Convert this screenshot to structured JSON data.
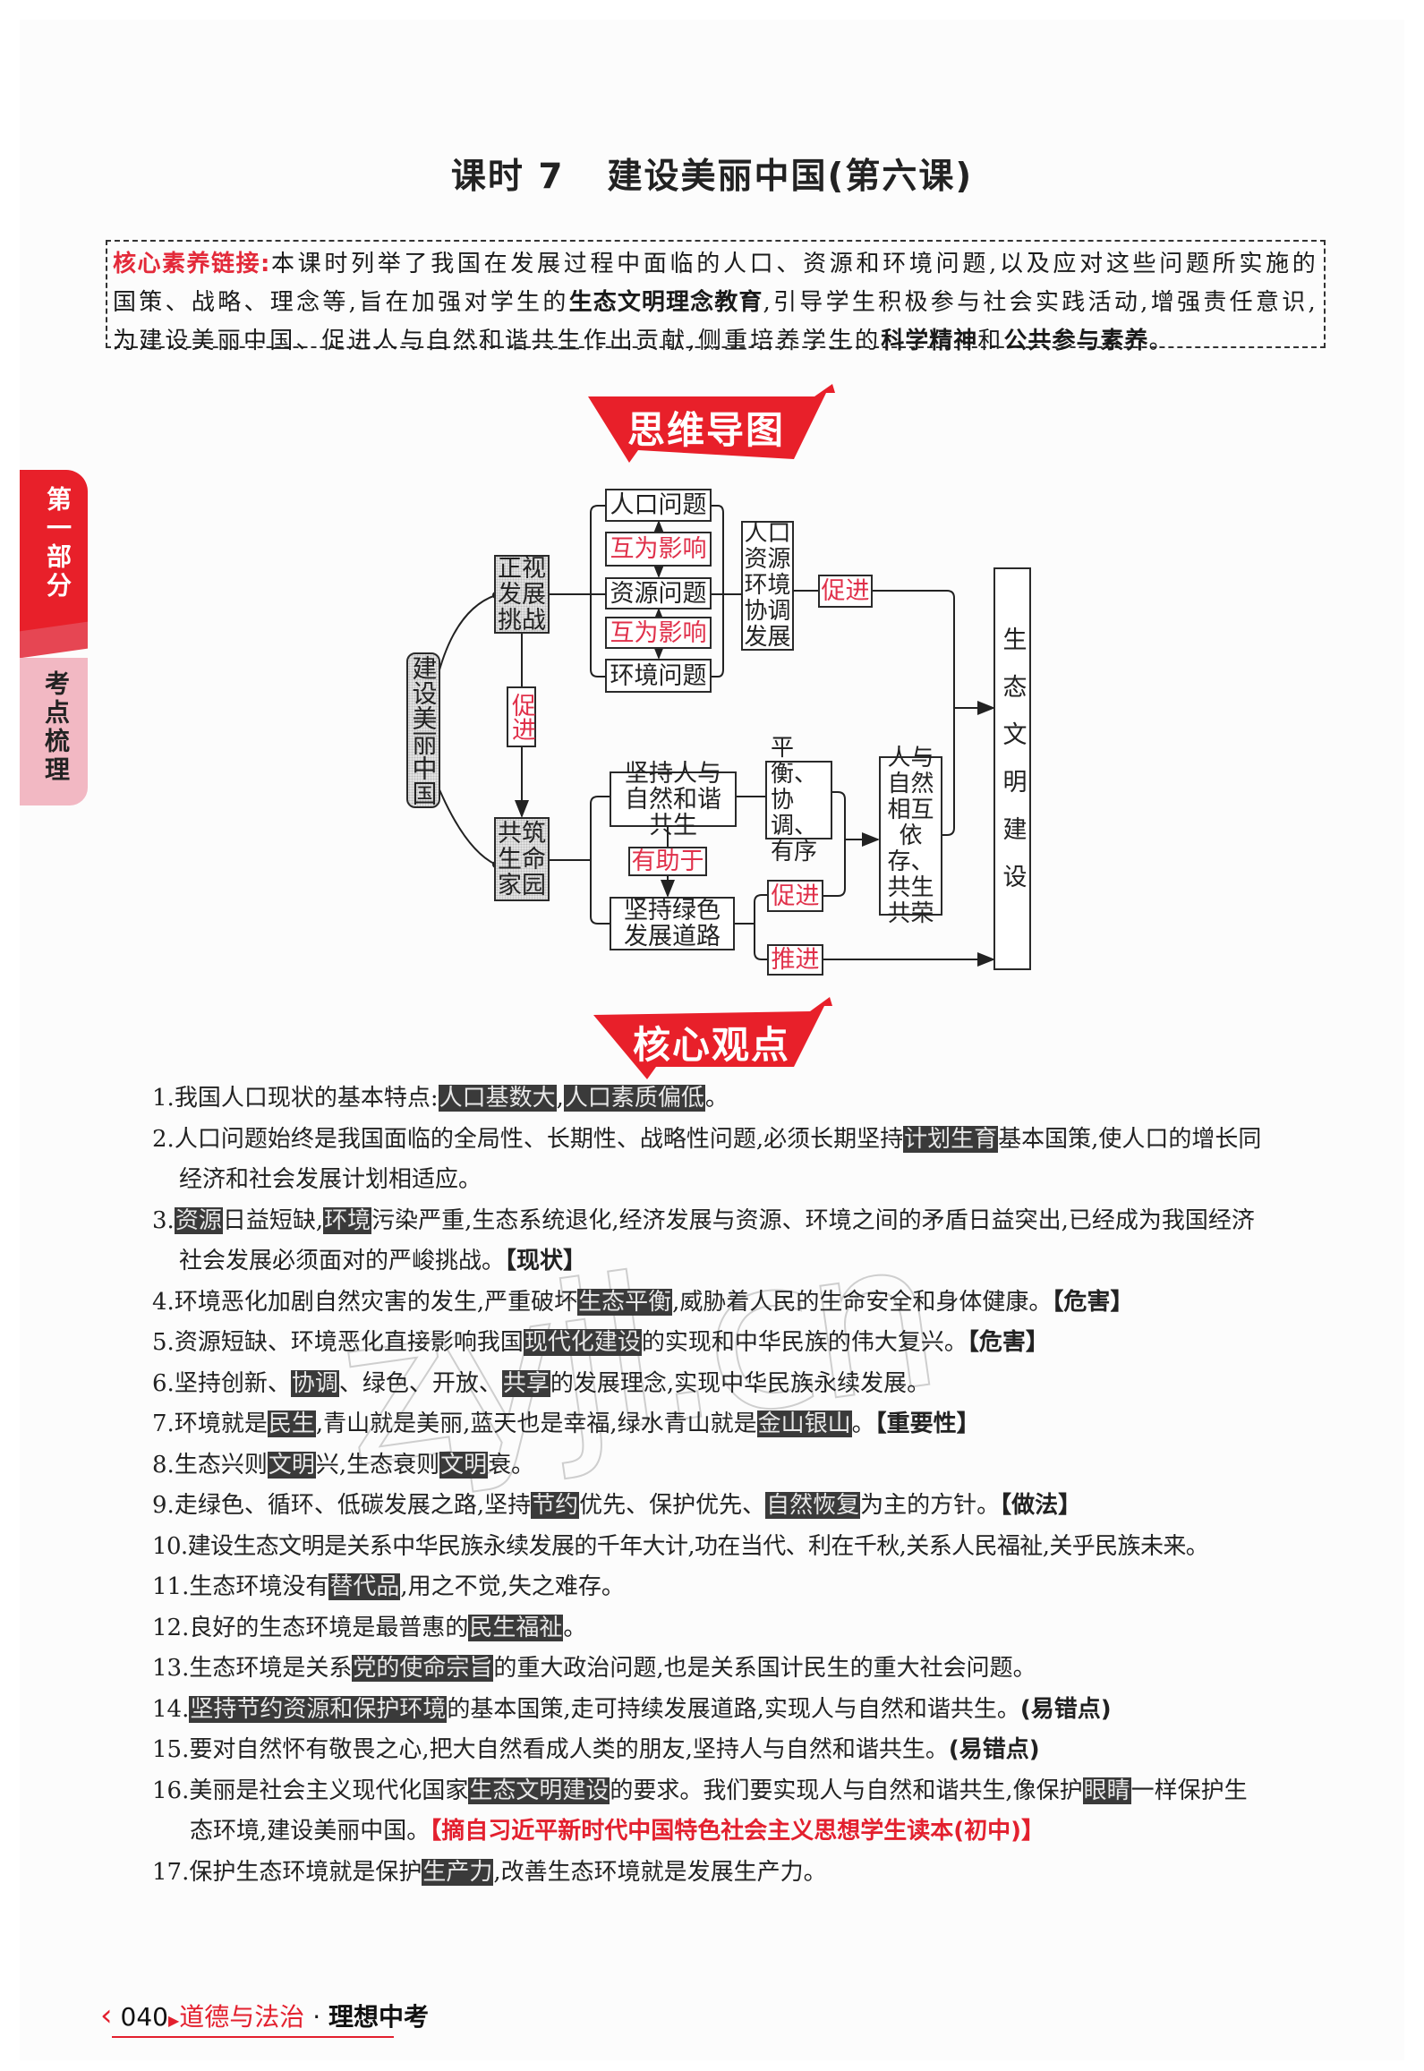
{
  "side_tab": {
    "part": "第一部分",
    "section": "考点梳理"
  },
  "title": {
    "lesson": "课时 7",
    "name": "建设美丽中国(第六课)"
  },
  "core_literacy": {
    "label": "核心素养链接:",
    "seg1": "本课时列举了我国在发展过程中面临的人口、资源和环境问题,以及应对这些问题所实施的国策、战略、理念等,旨在加强对学生的",
    "bold1": "生态文明理念教育",
    "seg2": ",引导学生积极参与社会实践活动,增强责任意识,为建设美丽中国、促进人与自然和谐共生作出贡献,侧重培养学生的",
    "bold2": "科学精神",
    "seg3": "和",
    "bold3": "公共参与素养",
    "seg4": "。"
  },
  "mind_map": {
    "banner": "思维导图",
    "root": "建设美丽中国",
    "branch_top": "正视发展挑战",
    "branch_bottom": "共筑生命家园",
    "link_top_bottom": "促进",
    "problems": [
      "人口问题",
      "资源问题",
      "环境问题"
    ],
    "mutual": [
      "互为影响",
      "互为影响"
    ],
    "coordinate": "人口资源环境协调发展",
    "promote_top": "促进",
    "goal": "生态文明建设",
    "harmony": "坚持人与自然和谐共生",
    "balance": "平衡、协调、有序",
    "helps": "有助于",
    "green": "坚持绿色发展道路",
    "promote_bottom": "促进",
    "push": "推进",
    "coexist": "人与自然相互依存、共生共荣"
  },
  "core_points": {
    "banner": "核心观点",
    "items": [
      {
        "n": "1.",
        "a": "我国人口现状的基本特点:",
        "h1": "人口基数大",
        "b": ",",
        "h2": "人口素质偏低",
        "c": "。"
      },
      {
        "n": "2.",
        "a": "人口问题始终是我国面临的全局性、长期性、战略性问题,必须长期坚持",
        "h1": "计划生育",
        "b": "基本国策,使人口的增长同",
        "cont": "经济和社会发展计划相适应。"
      },
      {
        "n": "3.",
        "h1": "资源",
        "a": "日益短缺,",
        "h2": "环境",
        "b": "污染严重,生态系统退化,经济发展与资源、环境之间的矛盾日益突出,已经成为我国经济",
        "cont": "社会发展必须面对的严峻挑战。",
        "tag": "【现状】"
      },
      {
        "n": "4.",
        "a": "环境恶化加剧自然灾害的发生,严重破坏",
        "h1": "生态平衡",
        "b": ",威胁着人民的生命安全和身体健康。",
        "tag": "【危害】"
      },
      {
        "n": "5.",
        "a": "资源短缺、环境恶化直接影响我国",
        "h1": "现代化建设",
        "b": "的实现和中华民族的伟大复兴。",
        "tag": "【危害】"
      },
      {
        "n": "6.",
        "a": "坚持创新、",
        "h1": "协调",
        "b": "、绿色、开放、",
        "h2": "共享",
        "c": "的发展理念,实现中华民族永续发展。"
      },
      {
        "n": "7.",
        "a": "环境就是",
        "h1": "民生",
        "b": ",青山就是美丽,蓝天也是幸福,绿水青山就是",
        "h2": "金山银山",
        "c": "。",
        "tag": "【重要性】"
      },
      {
        "n": "8.",
        "a": "生态兴则",
        "h1": "文明",
        "b": "兴,生态衰则",
        "h2": "文明",
        "c": "衰。"
      },
      {
        "n": "9.",
        "a": "走绿色、循环、低碳发展之路,坚持",
        "h1": "节约",
        "b": "优先、保护优先、",
        "h2": "自然恢复",
        "c": "为主的方针。",
        "tag": "【做法】"
      },
      {
        "n": "10.",
        "a": "建设生态文明是关系中华民族永续发展的千年大计,功在当代、利在千秋,关系人民福祉,关乎民族未来。"
      },
      {
        "n": "11.",
        "a": "生态环境没有",
        "h1": "替代品",
        "b": ",用之不觉,失之难存。"
      },
      {
        "n": "12.",
        "a": "良好的生态环境是最普惠的",
        "h1": "民生福祉",
        "b": "。"
      },
      {
        "n": "13.",
        "a": "生态环境是关系",
        "h1": "党的使命宗旨",
        "b": "的重大政治问题,也是关系国计民生的重大社会问题。"
      },
      {
        "n": "14.",
        "h1": "坚持节约资源和保护环境",
        "a": "的基本国策,走可持续发展道路,实现人与自然和谐共生。",
        "tag": "(易错点)"
      },
      {
        "n": "15.",
        "a": "要对自然怀有敬畏之心,把大自然看成人类的朋友,坚持人与自然和谐共生。",
        "tag": "(易错点)"
      },
      {
        "n": "16.",
        "a": "美丽是社会主义现代化国家",
        "h1": "生态文明建设",
        "b": "的要求。我们要实现人与自然和谐共生,像保护",
        "h2": "眼睛",
        "c": "一样保护生",
        "cont": "态环境,建设美丽中国。",
        "redtag": "【摘自习近平新时代中国特色社会主义思想学生读本(初中)】"
      },
      {
        "n": "17.",
        "a": "保护生态环境就是保护",
        "h1": "生产力",
        "b": ",改善生态环境就是发展生产力。"
      }
    ]
  },
  "footer": {
    "page": "040",
    "subject": "道德与法治",
    "separator": "·",
    "book": "理想中考"
  },
  "colors": {
    "accent_red": "#e3202e",
    "tab_pink": "#f2b8c3",
    "highlight": "#3a3a3a"
  }
}
